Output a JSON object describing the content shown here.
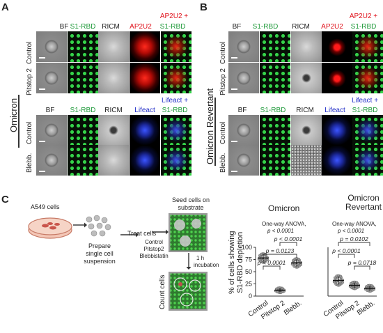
{
  "panels": {
    "A": {
      "label": "A",
      "top_headers": [
        "BF",
        "S1-RBD",
        "RICM",
        "AP2U2"
      ],
      "merge_header": {
        "line1": "AP2U2 +",
        "line2": "S1-RBD"
      },
      "top_rows": [
        "Control",
        "Pitstop 2"
      ],
      "bottom_headers": [
        "BF",
        "S1-RBD",
        "RICM",
        "Lifeact"
      ],
      "bottom_merge": {
        "line1": "Lifeact +",
        "line2": "S1-RBD"
      },
      "bottom_rows": [
        "Control",
        "Blebb."
      ],
      "group_label": "Omicron"
    },
    "B": {
      "label": "B",
      "top_headers": [
        "BF",
        "S1-RBD",
        "RICM",
        "AP2U2"
      ],
      "merge_header": {
        "line1": "AP2U2 +",
        "line2": "S1-RBD"
      },
      "top_rows": [
        "Control",
        "Pitstop 2"
      ],
      "bottom_headers": [
        "BF",
        "S1-RBD",
        "RICM",
        "Lifeact"
      ],
      "bottom_merge": {
        "line1": "Lifeact +",
        "line2": "S1-RBD"
      },
      "bottom_rows": [
        "Control",
        "Blebb."
      ],
      "group_label": "Omicron Revertant"
    },
    "C": {
      "label": "C",
      "workflow": {
        "a549": "A549 cells",
        "prepare": [
          "Prepare",
          "single cell",
          "suspension"
        ],
        "treat": "Treat cells",
        "treat_list": [
          "Control",
          "Pitstop2",
          "Blebbistatin"
        ],
        "seed": [
          "Seed cells on",
          "substrate"
        ],
        "incubation": [
          "1 h",
          "incubation"
        ],
        "count": "Count cells"
      },
      "ylabel": [
        "% of cells showing",
        "S1-RBD depletion"
      ]
    }
  },
  "chart_data": [
    {
      "type": "scatter",
      "title": "Omicron",
      "ylabel": "% of cells showing S1-RBD depletion",
      "categories": [
        "Control",
        "Pitstop 2",
        "Blebb."
      ],
      "means": [
        78,
        12,
        68
      ],
      "ylim": [
        0,
        100
      ],
      "yticks": [
        0,
        25,
        50,
        75,
        100
      ],
      "stats": {
        "anova": "One-way ANOVA,",
        "anova_p": "p < 0.0001",
        "comparisons": [
          {
            "pair": [
              "Control",
              "Blebb."
            ],
            "text": "p = 0.0123"
          },
          {
            "pair": [
              "Pitstop 2",
              "Blebb."
            ],
            "text": "p < 0.0001"
          },
          {
            "pair": [
              "Control",
              "Pitstop 2"
            ],
            "text": "p < 0.0001"
          }
        ]
      }
    },
    {
      "type": "scatter",
      "title": "Omicron Revertant",
      "categories": [
        "Control",
        "Pitstop 2",
        "Blebb."
      ],
      "means": [
        32,
        22,
        16
      ],
      "ylim": [
        0,
        100
      ],
      "stats": {
        "anova": "One-way ANOVA,",
        "anova_p": "p < 0.0001",
        "comparisons": [
          {
            "pair": [
              "Control",
              "Blebb."
            ],
            "text": "p = 0.0102"
          },
          {
            "pair": [
              "Control",
              "Pitstop 2"
            ],
            "text": "p < 0.0001"
          },
          {
            "pair": [
              "Pitstop 2",
              "Blebb."
            ],
            "text": "p = 0.0718"
          }
        ]
      }
    }
  ]
}
